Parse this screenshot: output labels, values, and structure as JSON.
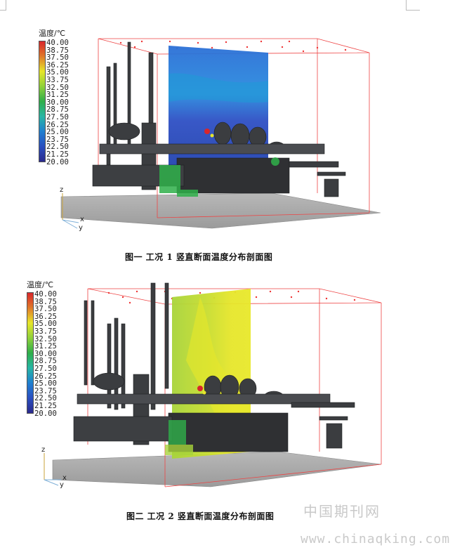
{
  "figure1": {
    "legend_title": "温度/℃",
    "scale": [
      "40.00",
      "38.75",
      "37.50",
      "36.25",
      "35.00",
      "33.75",
      "32.50",
      "31.25",
      "30.00",
      "28.75",
      "27.50",
      "26.25",
      "25.00",
      "23.75",
      "22.50",
      "21.25",
      "20.00"
    ],
    "axes": {
      "z": "z",
      "x": "x",
      "y": "y"
    },
    "caption": "图一  工况 1 竖直断面温度分布剖面图"
  },
  "figure2": {
    "legend_title": "温度/℃",
    "scale": [
      "40.00",
      "38.75",
      "37.50",
      "36.25",
      "35.00",
      "33.75",
      "32.50",
      "31.25",
      "30.00",
      "28.75",
      "27.50",
      "26.25",
      "25.00",
      "23.75",
      "22.50",
      "21.25",
      "20.00"
    ],
    "axes": {
      "z": "z",
      "x": "x",
      "y": "y"
    },
    "caption": "图二  工况 2 竖直断面温度分布剖面图"
  },
  "watermark": {
    "site_name": "中国期刊网",
    "url": "www.chinaqking.com"
  },
  "colors": {
    "hot": "#d8262b",
    "warm": "#e6e62a",
    "mid": "#2fae4a",
    "cool": "#1f7fd0",
    "cold": "#2a2a8c"
  }
}
